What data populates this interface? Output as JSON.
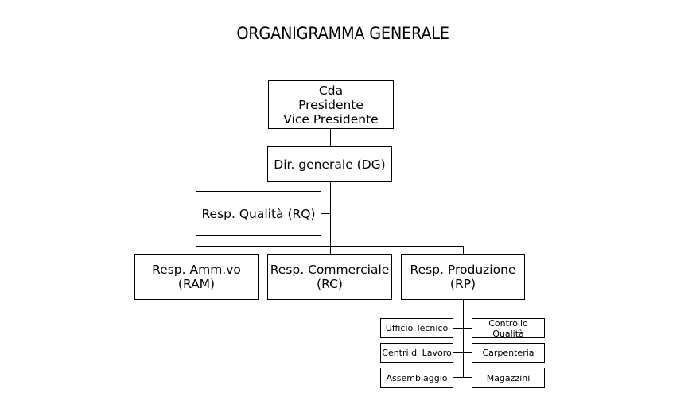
{
  "title": "ORGANIGRAMMA GENERALE",
  "nodes": {
    "cda": [
      "Cda",
      "Presidente",
      "Vice Presidente"
    ],
    "dg": "Dir. generale (DG)",
    "rq": "Resp. Qualità (RQ)",
    "ram": [
      "Resp. Amm.vo",
      "(RAM)"
    ],
    "rc": [
      "Resp. Commerciale",
      "(RC)"
    ],
    "rp": [
      "Resp. Produzione",
      "(RP)"
    ],
    "left_units": [
      "Ufficio Tecnico",
      "Centri di Lavoro",
      "Assemblaggio"
    ],
    "right_units": [
      "Controllo Qualità",
      "Carpenteria",
      "Magazzini"
    ]
  }
}
